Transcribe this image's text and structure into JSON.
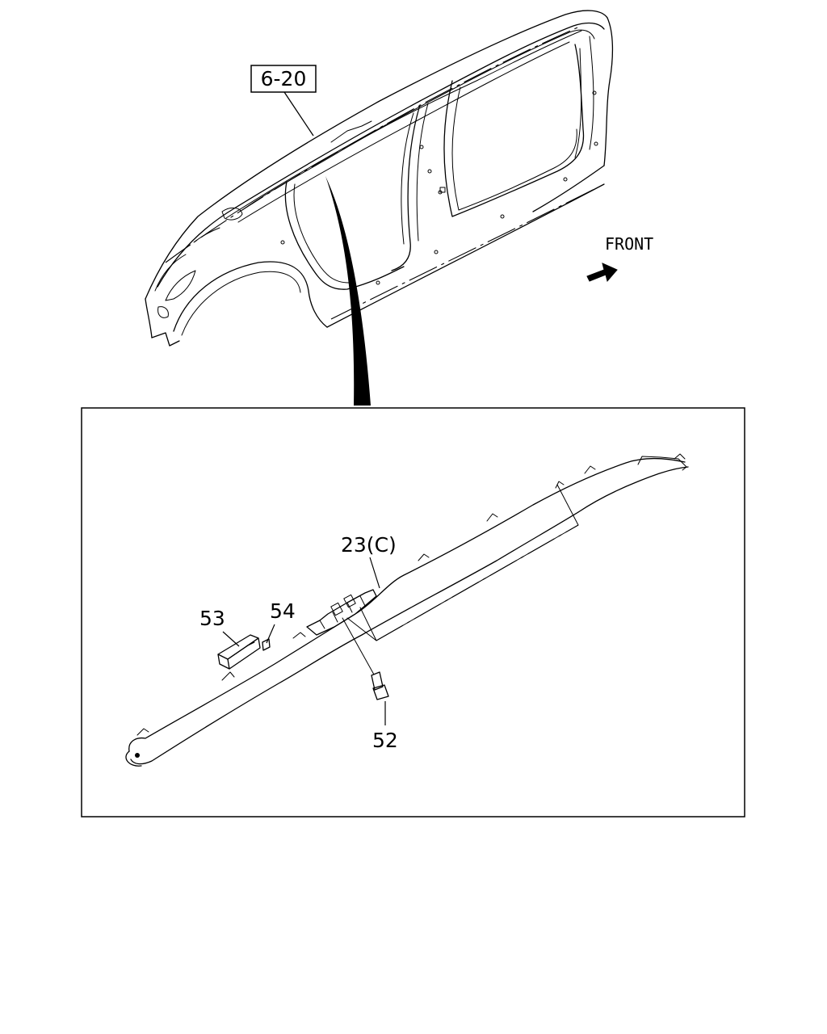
{
  "ref_label": "6-20",
  "front_label": "FRONT",
  "callouts": {
    "part_23": "23(C)",
    "part_52": "52",
    "part_53": "53",
    "part_54": "54"
  },
  "colors": {
    "line": "#000000",
    "background": "#ffffff"
  }
}
